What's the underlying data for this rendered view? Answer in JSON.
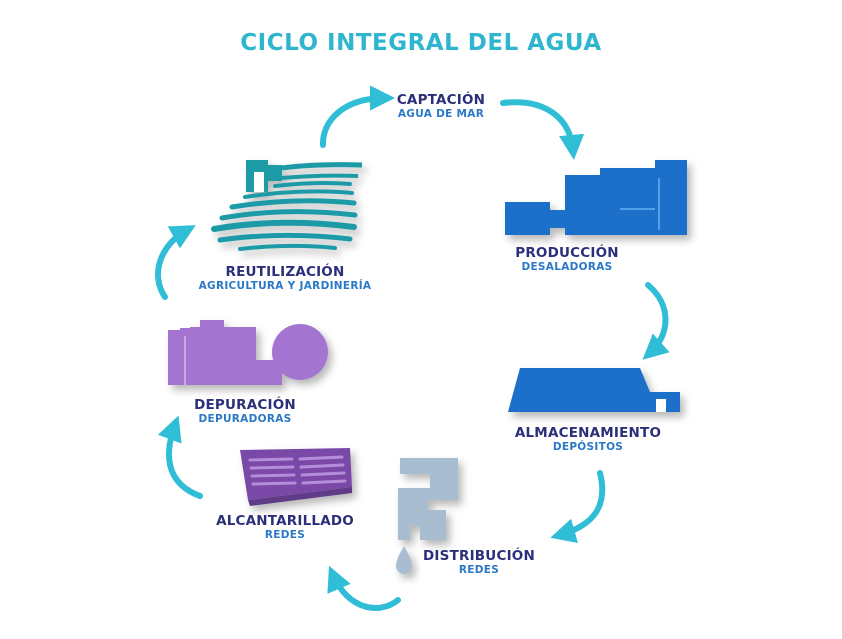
{
  "title": "CICLO INTEGRAL DEL AGUA",
  "stages": [
    {
      "name": "CAPTACIÓN",
      "detail": "AGUA DE MAR"
    },
    {
      "name": "PRODUCCIÓN",
      "detail": "DESALADORAS"
    },
    {
      "name": "ALMACENAMIENTO",
      "detail": "DEPÓSITOS"
    },
    {
      "name": "DISTRIBUCIÓN",
      "detail": "REDES"
    },
    {
      "name": "ALCANTARILLADO",
      "detail": "REDES"
    },
    {
      "name": "DEPURACIÓN",
      "detail": "DEPURADORAS"
    },
    {
      "name": "REUTILIZACIÓN",
      "detail": "AGRICULTURA Y JARDINERÍA"
    }
  ],
  "colors": {
    "title": "#2fb6cf",
    "arrow": "#30bdd6",
    "stage_name": "#2b2f7a",
    "stage_detail": "#2a78c6",
    "production": "#1f6fc9",
    "distribution": "#a9bdd1",
    "sewer": "#7a4aa8",
    "treatment": "#a374d0",
    "reuse": "#1d9aa6"
  },
  "icons": [
    "water-intake-arrow",
    "desalination-plant-icon",
    "storage-tank-icon",
    "pipe-tap-icon",
    "sewer-grate-icon",
    "treatment-plant-icon",
    "irrigated-field-icon"
  ]
}
